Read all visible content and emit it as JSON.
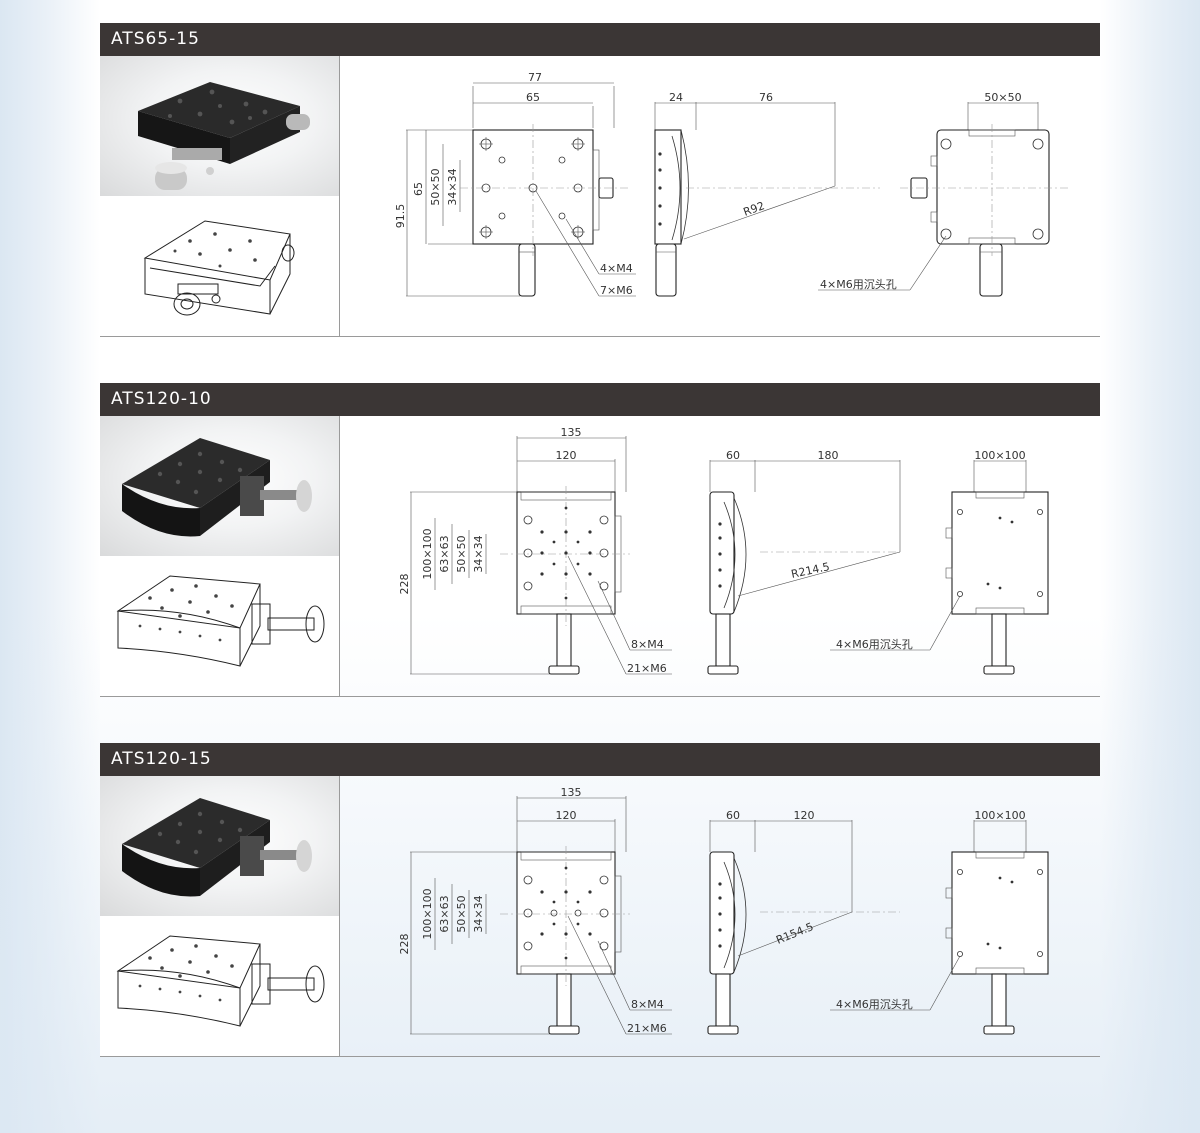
{
  "sections": [
    {
      "title": "ATS65-15",
      "dims": {
        "front_width_outer": "77",
        "front_width_inner": "65",
        "front_height_total": "91.5",
        "front_height": "65",
        "hole_pitch_a": "50×50",
        "hole_pitch_b": "34×34",
        "callout_holes_a": "4×M4",
        "callout_holes_b": "7×M6",
        "side_depth": "24",
        "side_arm": "76",
        "radius": "R92",
        "back_pitch": "50×50",
        "back_callout": "4×M6用沉头孔"
      }
    },
    {
      "title": "ATS120-10",
      "dims": {
        "front_width_outer": "135",
        "front_width_inner": "120",
        "front_height_total": "228",
        "hole_pitch_a": "100×100",
        "hole_pitch_b": "63×63",
        "hole_pitch_c": "50×50",
        "hole_pitch_d": "34×34",
        "callout_holes_a": "8×M4",
        "callout_holes_b": "21×M6",
        "side_depth": "60",
        "side_arm": "180",
        "radius": "R214.5",
        "back_pitch": "100×100",
        "back_callout": "4×M6用沉头孔"
      }
    },
    {
      "title": "ATS120-15",
      "dims": {
        "front_width_outer": "135",
        "front_width_inner": "120",
        "front_height_total": "228",
        "hole_pitch_a": "100×100",
        "hole_pitch_b": "63×63",
        "hole_pitch_c": "50×50",
        "hole_pitch_d": "34×34",
        "callout_holes_a": "8×M4",
        "callout_holes_b": "21×M6",
        "side_depth": "60",
        "side_arm": "120",
        "radius": "R154.5",
        "back_pitch": "100×100",
        "back_callout": "4×M6用沉头孔"
      }
    }
  ]
}
